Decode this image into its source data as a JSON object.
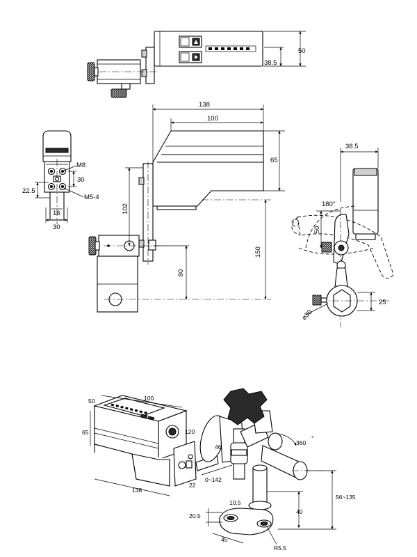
{
  "front_view": {
    "dims": {
      "height_50": "50",
      "height_38_5": "38.5"
    }
  },
  "side_view": {
    "dims": {
      "thread": "M8",
      "spacing": "30",
      "offset": "22.5",
      "screw": "M5-4",
      "slot": "16",
      "width": "30"
    }
  },
  "main_view": {
    "dims": {
      "len_138": "138",
      "len_100": "100",
      "h_65": "65",
      "h_102": "102",
      "h_150": "150",
      "h_80": "80"
    }
  },
  "right_view": {
    "dims": {
      "w_38_5": "38.5",
      "angle": "180°",
      "r_50": "50",
      "dia": "⌀30",
      "h_25": "25"
    }
  },
  "iso_view": {
    "dims": {
      "d50": "50",
      "d100": "100",
      "d65": "65",
      "d120": "120",
      "d46": "46",
      "d360": "360",
      "deg": "°",
      "d0_142": "0~142",
      "d22": "22",
      "d138": "138",
      "d10_5": "10.5",
      "d56_135": "56~135",
      "d20_5": "20.5",
      "d40": "40",
      "d45": "45",
      "r5_5": "R5.5"
    }
  }
}
